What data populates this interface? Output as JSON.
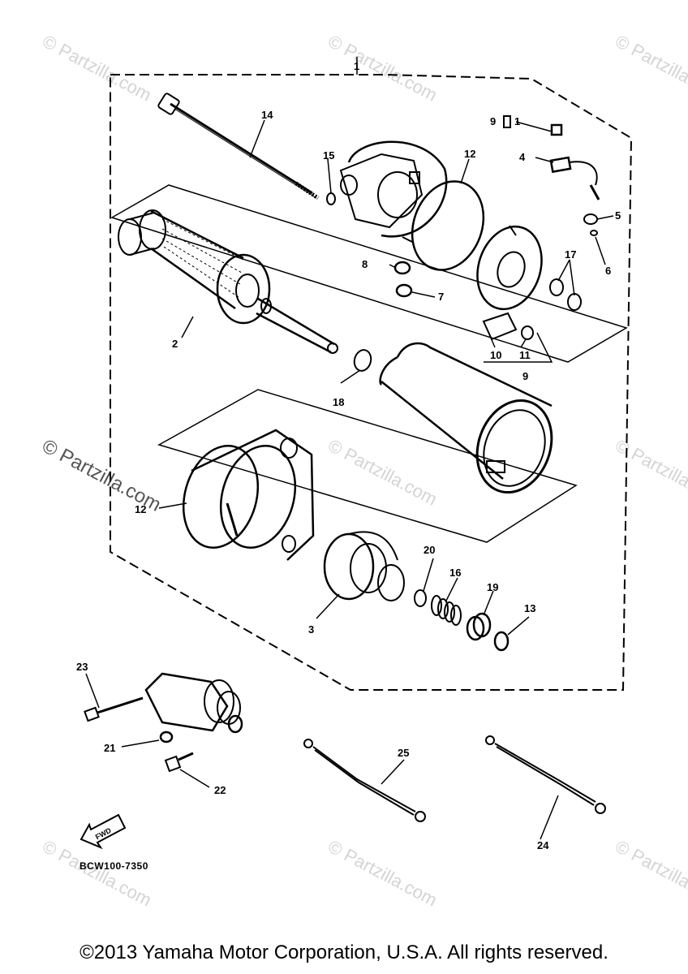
{
  "callouts": [
    "1",
    "2",
    "3",
    "4",
    "5",
    "6",
    "7",
    "8",
    "9",
    "10",
    "11",
    "12",
    "13",
    "14",
    "15",
    "16",
    "17",
    "18",
    "19",
    "20",
    "21",
    "22",
    "23",
    "24",
    "25"
  ],
  "callout_9_top": "9",
  "callout_1_top": "1",
  "callout_9_bottom": "9",
  "callout_12_left": "12",
  "callout_12_right": "12",
  "callout_1_group": "1",
  "fwd_arrow_text": "FWD",
  "diagram_code": "BCW100-7350",
  "watermark_text": "© Partzilla.com",
  "copyright": "©2013  Yamaha Motor Corporation, U.S.A. All rights reserved."
}
